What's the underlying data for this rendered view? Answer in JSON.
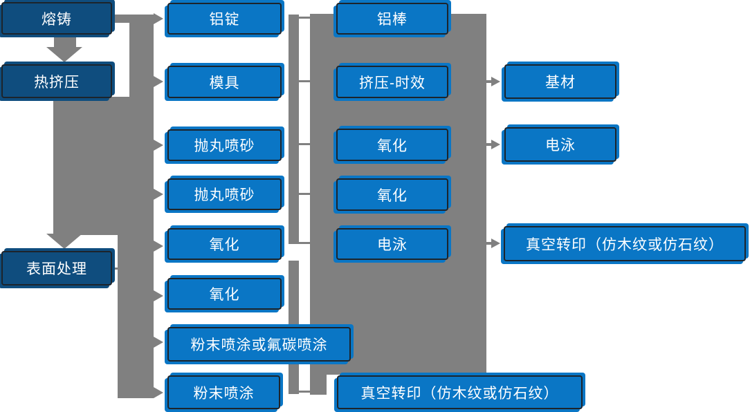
{
  "diagram": {
    "type": "flowchart",
    "description_labels": {
      "stages": [
        {
          "label": "熔铸"
        },
        {
          "label": "热挤压"
        },
        {
          "label": "表面处理"
        }
      ],
      "col2": [
        {
          "label": "铝锭"
        },
        {
          "label": "模具"
        },
        {
          "label": "抛丸喷砂"
        },
        {
          "label": "抛丸喷砂"
        },
        {
          "label": "氧化"
        },
        {
          "label": "氧化"
        },
        {
          "label": "粉末喷涂或氟碳喷涂"
        },
        {
          "label": "粉末喷涂"
        }
      ],
      "col3": [
        {
          "label": "铝棒"
        },
        {
          "label": "挤压-时效"
        },
        {
          "label": "氧化"
        },
        {
          "label": "氧化"
        },
        {
          "label": "电泳"
        },
        {
          "label": "真空转印（仿木纹或仿石纹）"
        }
      ],
      "col4": [
        {
          "label": "基材"
        },
        {
          "label": "电泳"
        },
        {
          "label": "真空转印（仿木纹或仿石纹）"
        }
      ]
    },
    "colors": {
      "process_box_blue": "#0a76c5",
      "stage_box_navy": "#0f4d7e",
      "connector_gray": "#808080",
      "box_border_dark": "#1d242b",
      "label_text": "#ffffff"
    }
  }
}
